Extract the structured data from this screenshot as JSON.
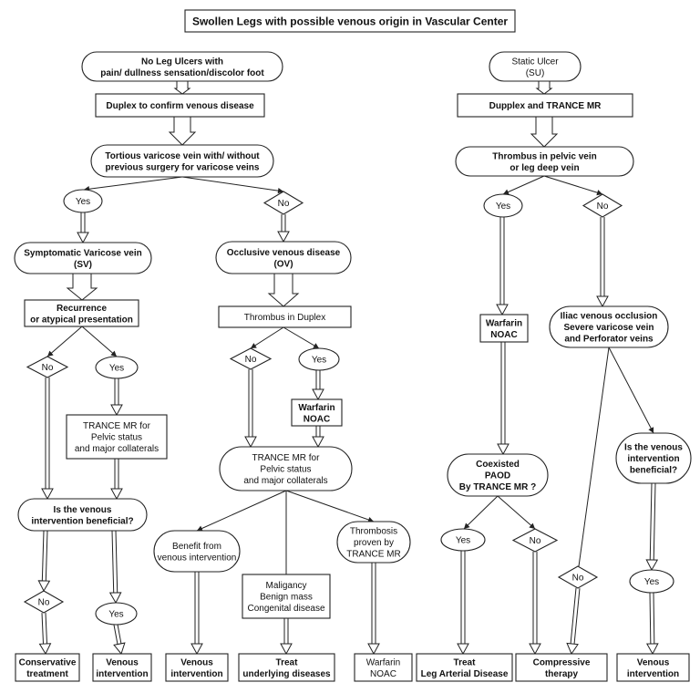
{
  "diagram": {
    "title": "Swollen Legs with possible venous origin in Vascular Center",
    "nodes": {
      "nlu": [
        "No Leg Ulcers with",
        "pain/ dullness sensation/discolor foot"
      ],
      "su": [
        "Static Ulcer",
        "(SU)"
      ],
      "dup1": [
        "Duplex to confirm venous disease"
      ],
      "dup2": [
        "Dupplex and TRANCE MR"
      ],
      "tort": [
        "Tortious varicose vein with/ without",
        "previous surgery for varicose veins"
      ],
      "throm1": [
        "Thrombus in pelvic vein",
        "or leg deep vein"
      ],
      "yes1": [
        "Yes"
      ],
      "no1": [
        "No"
      ],
      "yes2": [
        "Yes"
      ],
      "no2": [
        "No"
      ],
      "sv": [
        "Symptomatic Varicose vein",
        "(SV)"
      ],
      "ov": [
        "Occlusive venous disease",
        "(OV)"
      ],
      "rec": [
        "Recurrence",
        "or atypical presentation"
      ],
      "thdup": [
        "Thrombus  in Duplex"
      ],
      "warf1": [
        "Warfarin",
        "NOAC"
      ],
      "iliac": [
        "Iliac venous occlusion",
        "Severe varicose vein",
        "and Perforator veins"
      ],
      "no3": [
        "No"
      ],
      "yes3": [
        "Yes"
      ],
      "no4": [
        "No"
      ],
      "yes4": [
        "Yes"
      ],
      "warf2": [
        "Warfarin",
        "NOAC"
      ],
      "trl": [
        "TRANCE MR for",
        "Pelvic status",
        "and major collaterals"
      ],
      "trm": [
        "TRANCE MR for",
        "Pelvic status",
        "and major collaterals"
      ],
      "paod": [
        "Coexisted",
        "PAOD",
        "By TRANCE MR ?"
      ],
      "ivb2": [
        "Is the venous",
        "intervention",
        "beneficial?"
      ],
      "ivb1": [
        "Is the venous",
        "intervention beneficial?"
      ],
      "benefit": [
        "Benefit from",
        "venous intervention"
      ],
      "thromb": [
        "Thrombosis",
        "proven by",
        "TRANCE MR"
      ],
      "yes5": [
        "Yes"
      ],
      "no5": [
        "No"
      ],
      "malig": [
        "Maligancy",
        "Benign mass",
        "Congenital disease"
      ],
      "no6": [
        "No"
      ],
      "yes6": [
        "Yes"
      ],
      "no7": [
        "No"
      ],
      "yes7": [
        "Yes"
      ],
      "cons": [
        "Conservative",
        "treatment"
      ],
      "vi1": [
        "Venous",
        "intervention"
      ],
      "vi2": [
        "Venous",
        "intervention"
      ],
      "tud": [
        "Treat",
        "underlying diseases"
      ],
      "warf3": [
        "Warfarin",
        "NOAC"
      ],
      "tlad": [
        "Treat",
        "Leg Arterial Disease"
      ],
      "comp": [
        "Compressive",
        "therapy"
      ],
      "vi3": [
        "Venous",
        "intervention"
      ]
    }
  }
}
